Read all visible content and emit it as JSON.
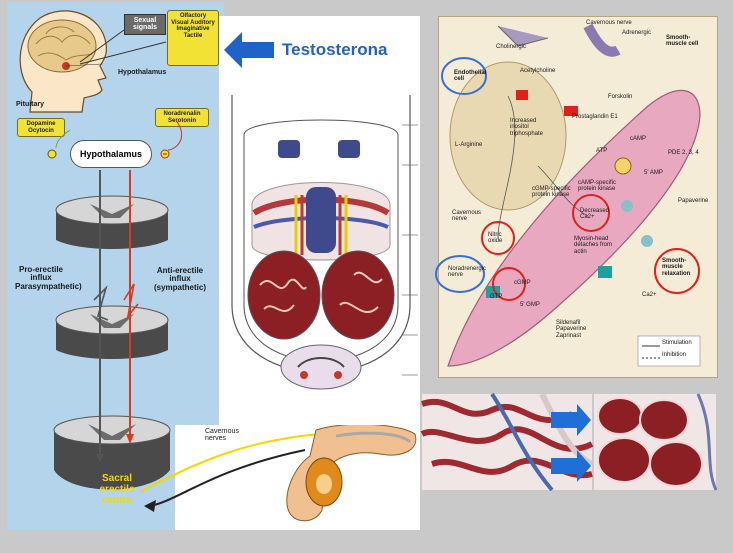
{
  "neuro": {
    "sexual_signals": "Sexual signals",
    "senses": "Olfactory Visual Auditory Imaginative Tactile",
    "hypothalamus_head": "Hypothalamus",
    "pituitary": "Pituitary",
    "dopamine": "Dopamine Ocytocin",
    "noradrenalin": "Noradrenalin Serotonin",
    "hypothalamus_cloud": "Hypothalamus",
    "pro_erectile": "Pro-erectile influx Parasympathetic)",
    "anti_erectile": "Anti-erectile influx (sympathetic)",
    "cavernous_nerves": "Cavernous nerves",
    "sacral": "Sacral erectile centre"
  },
  "testosterona": "Testosterona",
  "cell": {
    "smooth_muscle_cell": "Smooth-muscle cell",
    "endothelial_cell": "Endothelial cell",
    "cavernous_nerve": "Cavernous nerve",
    "noradrenergic": "Noradrenergic nerve",
    "cholinergic": "Cholinergic",
    "acetylcholine": "Acetylcholine",
    "adrenergic": "Adrenergic",
    "forskolin": "Forskolin",
    "prostaglandin": "Prostaglandin E1",
    "increased_ip3": "Increased inositol triphosphate",
    "l_arginine": "L-Arginine",
    "nitric_oxide": "Nitric oxide",
    "camp": "cAMP",
    "atp": "ATP",
    "five_amp": "5' AMP",
    "pde": "PDE 2, 3, 4",
    "papaverine": "Papaverine",
    "cgmp_kinase": "cGMP-specific protein kinase",
    "camp_kinase": "cAMP-specific protein kinase",
    "decreased_ca": "Decreased Ca2+",
    "myosin": "Myosin-head detaches from actin",
    "smooth_relax": "Smooth-muscle relaxation",
    "cgmp": "cGMP",
    "gtp": "GTP",
    "five_gmp": "5' GMP",
    "sildenafil": "Sildenafil Papaverine Zaprinast",
    "calcium": "Ca2+",
    "stimulation": "Stimulation",
    "inhibition": "Inhibition"
  },
  "colors": {
    "accent_blue": "#1f63c9",
    "label_yellow": "#f2e233",
    "circle_red": "#e0201b",
    "tissue_red": "#a3252a"
  }
}
